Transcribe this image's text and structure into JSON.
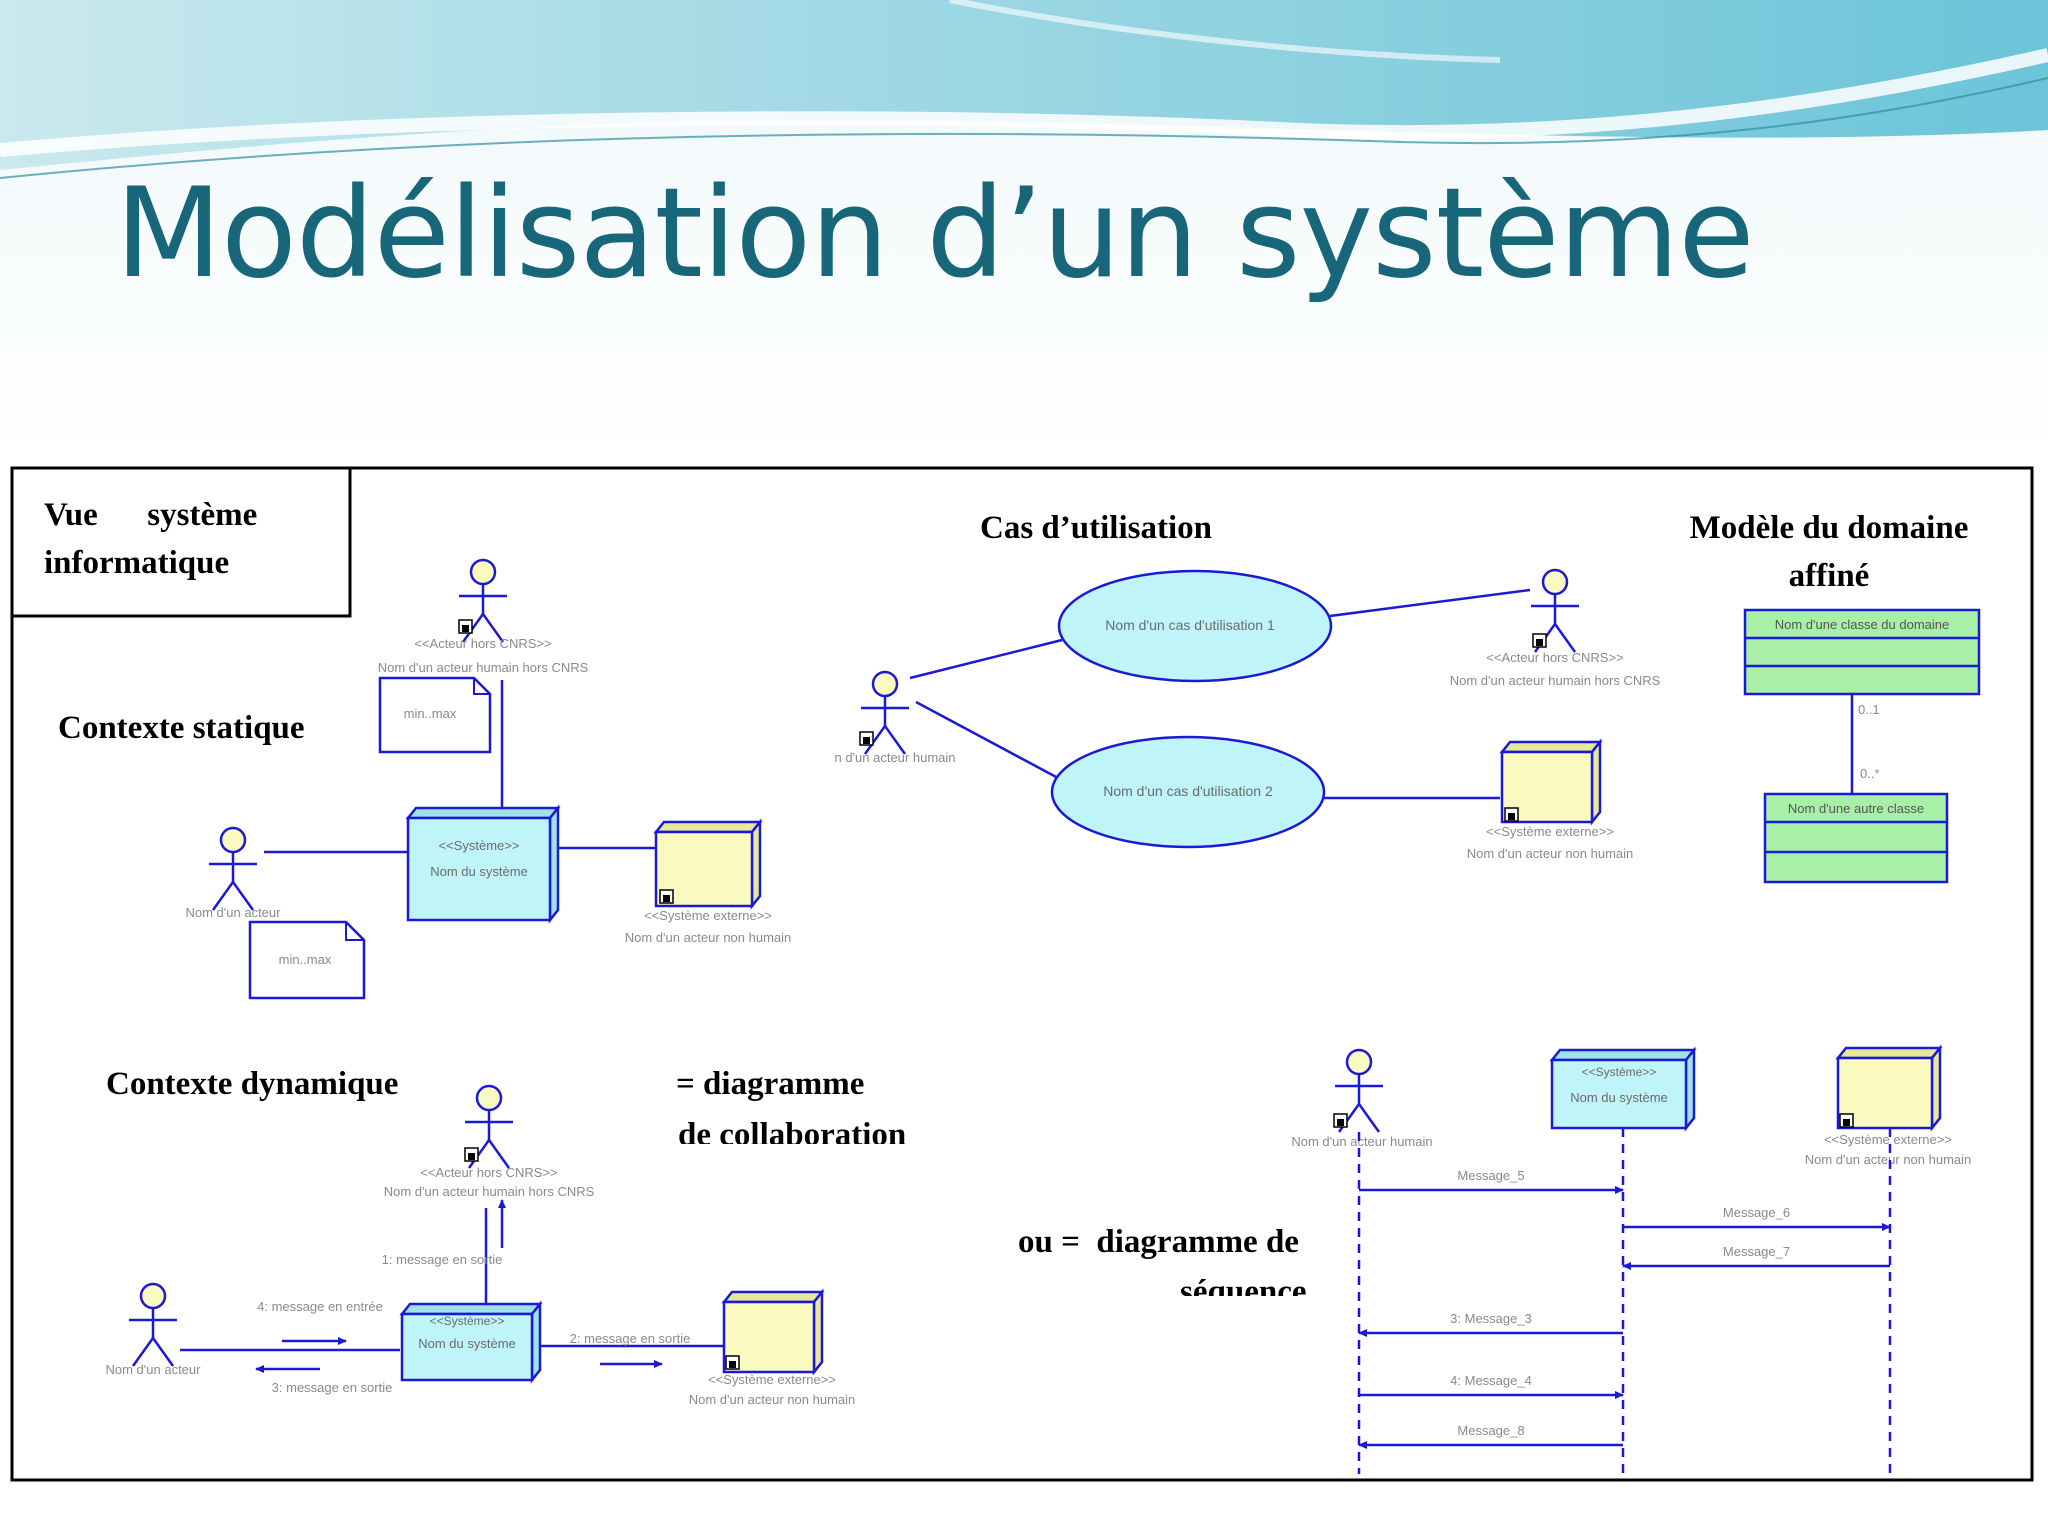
{
  "title": "Modélisation d’un système",
  "frame_label": [
    "Vue      système",
    "informatique"
  ],
  "sections": {
    "contexte_statique": "Contexte statique",
    "cas_utilisation": "Cas d’utilisation",
    "modele_domaine": [
      "Modèle du domaine",
      "affiné"
    ],
    "contexte_dynamique": "Contexte dynamique",
    "collaboration": [
      "= diagramme",
      "de collaboration"
    ],
    "sequence": [
      "ou =  diagramme de",
      "séquence"
    ]
  },
  "static": {
    "actor_top": [
      "<<Acteur hors CNRS>>",
      "Nom d'un acteur humain hors CNRS"
    ],
    "note_top": "min..max",
    "note_bottom": "min..max",
    "system": [
      "<<Système>>",
      "Nom du système"
    ],
    "actor_left": "Nom d'un acteur",
    "external": [
      "<<Système externe>>",
      "Nom d'un acteur non humain"
    ]
  },
  "usecase": {
    "actor_left": "n d'un acteur humain",
    "uc1": "Nom d'un cas d'utilisation 1",
    "uc2": "Nom d'un cas d'utilisation 2",
    "actor_right": [
      "<<Acteur hors CNRS>>",
      "Nom d'un acteur humain hors CNRS"
    ],
    "external": [
      "<<Système externe>>",
      "Nom d'un acteur non humain"
    ]
  },
  "domain": {
    "class1": "Nom d'une classe du domaine",
    "class2": "Nom d'une autre classe",
    "mult_top": "0..1",
    "mult_bottom": "0..*"
  },
  "dynamic": {
    "actor_top": [
      "<<Acteur hors CNRS>>",
      "Nom d'un acteur humain hors CNRS"
    ],
    "system": [
      "<<Système>>",
      "Nom du système"
    ],
    "actor_left": "Nom d'un acteur",
    "external": [
      "<<Système externe>>",
      "Nom d'un acteur non humain"
    ],
    "msg1": "1: message en sortie",
    "msg2": "2: message en sortie",
    "msg3": "3: message en sortie",
    "msg4": "4: message en entrée"
  },
  "sequence": {
    "actor": "Nom d'un acteur humain",
    "system": [
      "<<Système>>",
      "Nom du système"
    ],
    "external": [
      "<<Système externe>>",
      "Nom d'un acteur non humain"
    ],
    "messages": [
      "Message_5",
      "Message_6",
      "Message_7",
      "3: Message_3",
      "4: Message_4",
      "Message_8"
    ]
  },
  "colors": {
    "title": "#17667a",
    "line": "#1a1ad6",
    "cyan_fill": "#bff4f8",
    "yellow_fill": "#fafac0",
    "green_fill": "#a8f0a8"
  }
}
